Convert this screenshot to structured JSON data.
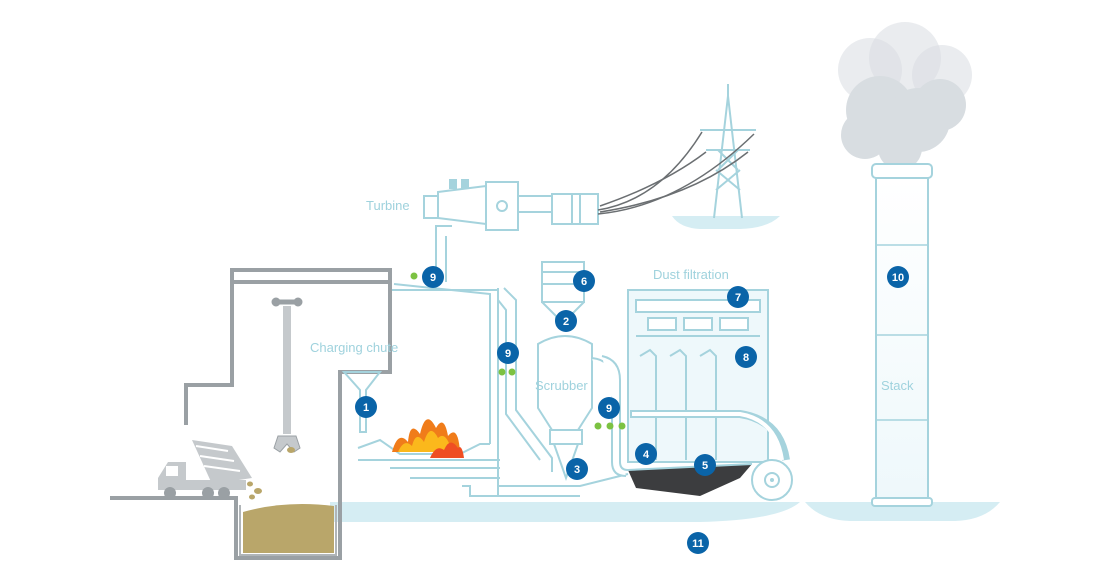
{
  "labels": {
    "turbine": "Turbine",
    "charging_chute": "Charging chute",
    "scrubber": "Scrubber",
    "dust_filtration": "Dust filtration",
    "stack": "Stack"
  },
  "markers": {
    "m1": "1",
    "m2": "2",
    "m3": "3",
    "m4": "4",
    "m5": "5",
    "m6": "6",
    "m7": "7",
    "m8": "8",
    "m9_top": "9",
    "m9_mid": "9",
    "m9_low": "9",
    "m10": "10",
    "m11": "11"
  },
  "colors": {
    "outline": "#a5d3dd",
    "ground": "#d5edf3",
    "marker": "#0a64a8",
    "sensor": "#7cc242",
    "waste": "#b9a66a",
    "slag": "#3c3d3f",
    "truck": "#c5c9cc",
    "cloud": "#d8dde1"
  }
}
